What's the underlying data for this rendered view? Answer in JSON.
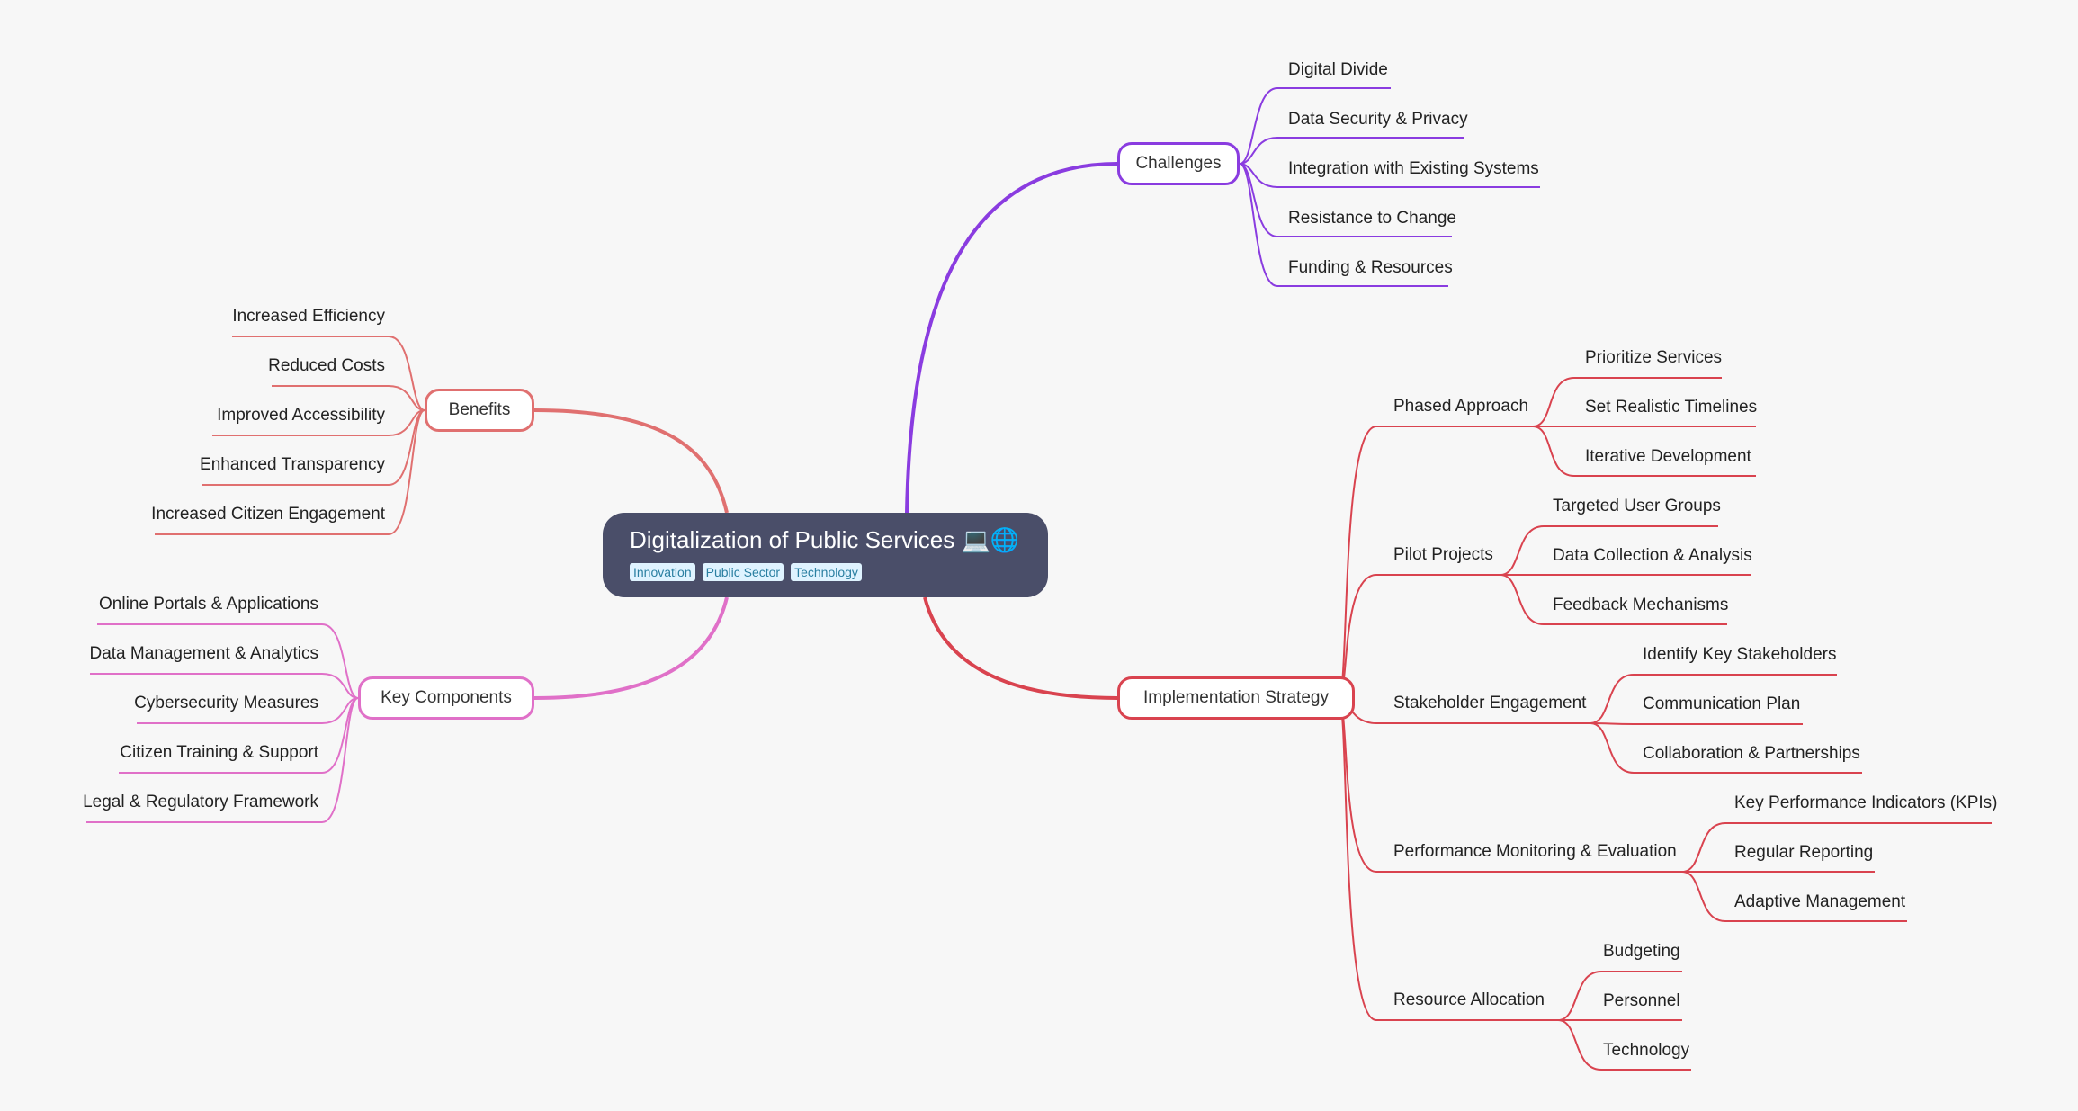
{
  "root": {
    "title": "Digitalization of Public Services 💻🌐",
    "tags": [
      "Innovation",
      "Public Sector",
      "Technology"
    ]
  },
  "colors": {
    "challenges": "#8a3ce0",
    "implementation": "#d9434f",
    "benefits": "#e07070",
    "key_components": "#e070c8",
    "root_bg": "#4a4e69",
    "background": "#f7f7f7"
  },
  "challenges": {
    "label": "Challenges",
    "items": [
      "Digital Divide",
      "Data Security & Privacy",
      "Integration with Existing Systems",
      "Resistance to Change",
      "Funding & Resources"
    ]
  },
  "implementation": {
    "label": "Implementation Strategy",
    "groups": [
      {
        "label": "Phased Approach",
        "items": [
          "Prioritize Services",
          "Set Realistic Timelines",
          "Iterative Development"
        ]
      },
      {
        "label": "Pilot Projects",
        "items": [
          "Targeted User Groups",
          "Data Collection & Analysis",
          "Feedback Mechanisms"
        ]
      },
      {
        "label": "Stakeholder Engagement",
        "items": [
          "Identify Key Stakeholders",
          "Communication Plan",
          "Collaboration & Partnerships"
        ]
      },
      {
        "label": "Performance Monitoring & Evaluation",
        "items": [
          "Key Performance Indicators (KPIs)",
          "Regular Reporting",
          "Adaptive Management"
        ]
      },
      {
        "label": "Resource Allocation",
        "items": [
          "Budgeting",
          "Personnel",
          "Technology"
        ]
      }
    ]
  },
  "benefits": {
    "label": "Benefits",
    "items": [
      "Increased Efficiency",
      "Reduced Costs",
      "Improved Accessibility",
      "Enhanced Transparency",
      "Increased Citizen Engagement"
    ]
  },
  "key_components": {
    "label": "Key Components",
    "items": [
      "Online Portals & Applications",
      "Data Management & Analytics",
      "Cybersecurity Measures",
      "Citizen Training & Support",
      "Legal & Regulatory Framework"
    ]
  }
}
